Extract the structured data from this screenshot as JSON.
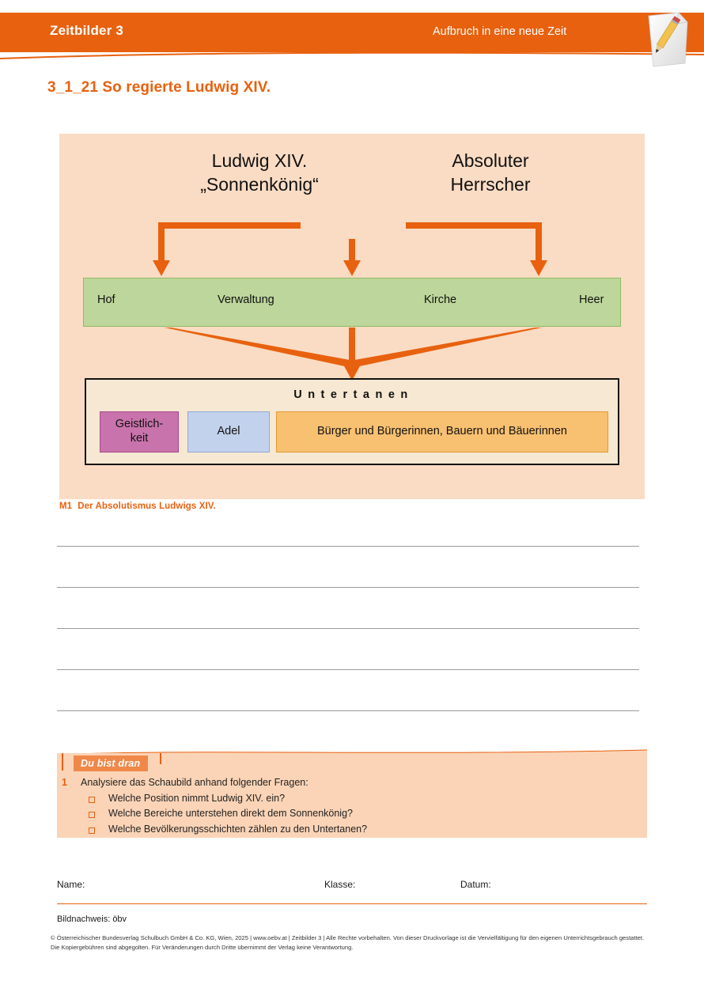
{
  "header": {
    "title": "Zeitbilder 3",
    "subtitle": "Aufbruch in eine neue Zeit",
    "icon": "pencil-paper-icon",
    "bar_color": "#E8610F"
  },
  "page": {
    "title": "3_1_21 So regierte Ludwig XIV."
  },
  "diagram": {
    "panel_bg": "#FADCC4",
    "arrow_color": "#E8610F",
    "headings": [
      {
        "line1": "Ludwig XIV.",
        "line2": "„Sonnenkönig“"
      },
      {
        "line1": "Absoluter",
        "line2": "Herrscher"
      }
    ],
    "authorities": {
      "bg": "#BDD69B",
      "border": "#8FBB63",
      "items": [
        {
          "label": "Hof"
        },
        {
          "label": "Verwaltung"
        },
        {
          "label": "Kirche"
        },
        {
          "label": "Heer"
        }
      ]
    },
    "subjects": {
      "title": "Untertanen",
      "bg": "#F6E8D2",
      "border": "#111111",
      "estates": [
        {
          "label": "Geistlich-\nkeit",
          "line1": "Geistlich-",
          "line2": "keit",
          "bg": "#C973AC",
          "border": "#A8488B"
        },
        {
          "label": "Adel",
          "line1": "Adel",
          "line2": "",
          "bg": "#C3D2EC",
          "border": "#8FA9D4"
        },
        {
          "label": "Bürger und Bürgerinnen, Bauern und Bäuerinnen",
          "line1": "Bürger und Bürgerinnen, Bauern und Bäuerinnen",
          "line2": "",
          "bg": "#F8C071",
          "border": "#E09A36"
        }
      ]
    },
    "caption": {
      "label": "M1",
      "text": "Der Absolutismus Ludwigs XIV."
    }
  },
  "writing_lines": {
    "count": 5
  },
  "task": {
    "badge": "Du bist dran",
    "number": "1",
    "stem": "Analysiere das Schaubild anhand folgender Fragen:",
    "items": [
      "Welche Position nimmt Ludwig XIV. ein?",
      "Welche Bereiche unterstehen direkt dem Sonnenkönig?",
      "Welche Bevölkerungsschichten zählen zu den Untertanen?"
    ],
    "bg": "#FBD4B7",
    "badge_bg": "#F0884A"
  },
  "form_fields": {
    "name": "Name:",
    "klasse": "Klasse:",
    "datum": "Datum:"
  },
  "footer": {
    "credit": "Bildnachweis: öbv",
    "copyright_line1": "© Österreichischer Bundesverlag Schulbuch GmbH & Co. KG, Wien, 2025 | www.oebv.at | Zeitbilder 3 | Alle Rechte vorbehalten. Von dieser Druckvorlage ist die Vervielfältigung für den eigenen",
    "copyright_line2": "Unterrichtsgebrauch gestattet. Die Kopiergebühren sind abgegolten. Für Veränderungen durch Dritte übernimmt der Verlag keine Verantwortung."
  }
}
